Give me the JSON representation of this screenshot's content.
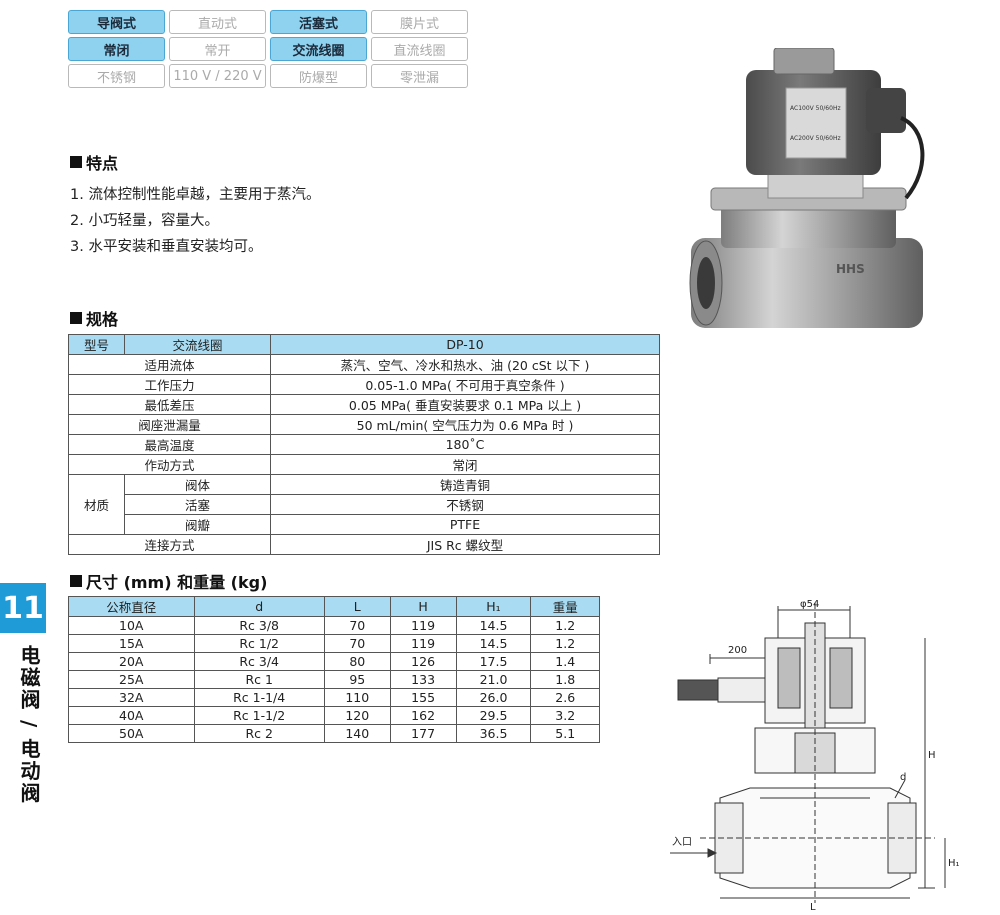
{
  "tags": [
    {
      "label": "导阀式",
      "active": true
    },
    {
      "label": "直动式",
      "active": false
    },
    {
      "label": "活塞式",
      "active": true
    },
    {
      "label": "膜片式",
      "active": false
    },
    {
      "label": "常闭",
      "active": true
    },
    {
      "label": "常开",
      "active": false
    },
    {
      "label": "交流线圈",
      "active": true
    },
    {
      "label": "直流线圈",
      "active": false
    },
    {
      "label": "不锈钢",
      "active": false
    },
    {
      "label": "110 V / 220 V",
      "active": false
    },
    {
      "label": "防爆型",
      "active": false
    },
    {
      "label": "零泄漏",
      "active": false
    }
  ],
  "features": {
    "title": "特点",
    "items": [
      "1. 流体控制性能卓越，主要用于蒸汽。",
      "2. 小巧轻量，容量大。",
      "3. 水平安装和垂直安装均可。"
    ]
  },
  "spec": {
    "title": "规格",
    "header": {
      "model": "型号",
      "coil": "交流线圈",
      "value": "DP-10"
    },
    "rows": [
      {
        "label": "适用流体",
        "value": "蒸汽、空气、冷水和热水、油 (20 cSt 以下 )"
      },
      {
        "label": "工作压力",
        "value": "0.05-1.0 MPa( 不可用于真空条件 )"
      },
      {
        "label": "最低差压",
        "value": "0.05 MPa( 垂直安装要求 0.1 MPa 以上 )"
      },
      {
        "label": "阀座泄漏量",
        "value": "50 mL/min( 空气压力为 0.6 MPa 时 )"
      },
      {
        "label": "最高温度",
        "value": "180˚C"
      },
      {
        "label": "作动方式",
        "value": "常闭"
      }
    ],
    "material": {
      "label": "材质",
      "rows": [
        {
          "label": "阀体",
          "value": "铸造青铜"
        },
        {
          "label": "活塞",
          "value": "不锈钢"
        },
        {
          "label": "阀瓣",
          "value": "PTFE"
        }
      ]
    },
    "connection": {
      "label": "连接方式",
      "value": "JIS Rc 螺纹型"
    }
  },
  "dims": {
    "title": "尺寸 (mm) 和重量 (kg)",
    "headers": [
      "公称直径",
      "d",
      "L",
      "H",
      "H₁",
      "重量"
    ],
    "rows": [
      [
        "10A",
        "Rc 3/8",
        "70",
        "119",
        "14.5",
        "1.2"
      ],
      [
        "15A",
        "Rc 1/2",
        "70",
        "119",
        "14.5",
        "1.2"
      ],
      [
        "20A",
        "Rc 3/4",
        "80",
        "126",
        "17.5",
        "1.4"
      ],
      [
        "25A",
        "Rc 1",
        "95",
        "133",
        "21.0",
        "1.8"
      ],
      [
        "32A",
        "Rc 1-1/4",
        "110",
        "155",
        "26.0",
        "2.6"
      ],
      [
        "40A",
        "Rc 1-1/2",
        "120",
        "162",
        "29.5",
        "3.2"
      ],
      [
        "50A",
        "Rc 2",
        "140",
        "177",
        "36.5",
        "5.1"
      ]
    ]
  },
  "side": {
    "number": "11",
    "text": "电磁阀 / 电动阀"
  },
  "photo": {
    "coil_label_1": "AC100V 50/60Hz",
    "coil_label_2": "AC200V 50/60Hz",
    "body_mark": "HHS"
  },
  "drawing": {
    "phi": "φ54",
    "cable": "200",
    "H": "H",
    "H1": "H₁",
    "d": "d",
    "L": "L",
    "inlet": "入口"
  },
  "colors": {
    "accent": "#1f9bd8",
    "tag_active": "#8fd2ef",
    "table_header": "#a9dcf3"
  }
}
